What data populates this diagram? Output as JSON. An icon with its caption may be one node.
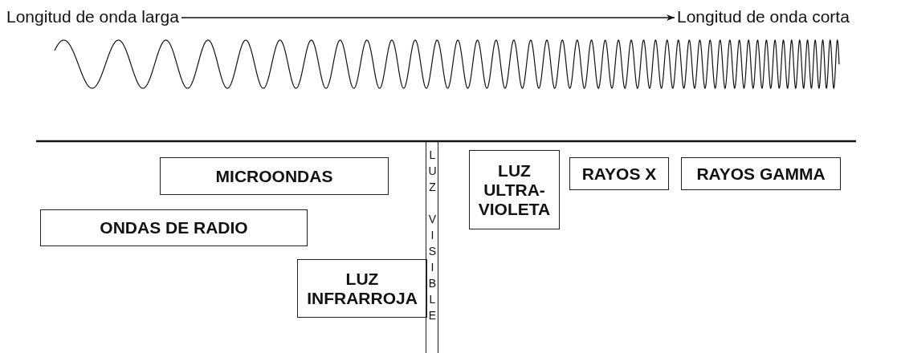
{
  "diagram": {
    "nodes": [
      {
        "text": [
          "Longitud de onda larga"
        ]
      },
      {
        "text": [
          "Longitud de onda corta"
        ]
      },
      {
        "text": [
          "MICROONDAS"
        ]
      },
      {
        "text": [
          "ONDAS DE RADIO"
        ]
      },
      {
        "text": [
          "LUZ INFRARROJA"
        ]
      },
      {
        "text": [
          "LUZ VISIBLE"
        ]
      },
      {
        "text": [
          "LUZ ULTRA-VIOLETA"
        ]
      },
      {
        "text": [
          "RAYOS X"
        ]
      },
      {
        "text": [
          "RAYOS GAMMA"
        ]
      }
    ],
    "edges": [
      {
        "from": 0,
        "to": 1,
        "arrow": "to"
      }
    ]
  }
}
